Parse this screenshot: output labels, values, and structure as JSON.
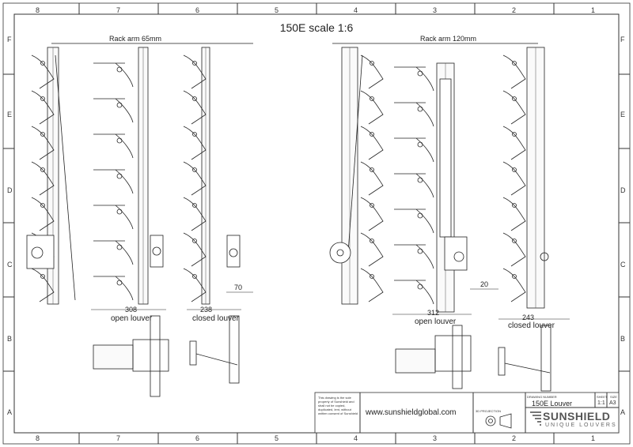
{
  "title": "150E scale 1:6",
  "grid_cols": [
    "8",
    "7",
    "6",
    "5",
    "4",
    "3",
    "2",
    "1"
  ],
  "grid_rows": [
    "F",
    "E",
    "D",
    "C",
    "B",
    "A"
  ],
  "left": {
    "rack_arm": "Rack arm 65mm",
    "open_dim": "308",
    "open_label": "open louver",
    "closed_dim": "238",
    "closed_label": "closed louver",
    "side_dim": "70"
  },
  "right": {
    "rack_arm": "Rack arm 120mm",
    "open_dim": "312",
    "open_label": "open louver",
    "closed_dim": "243",
    "closed_label": "closed louver",
    "side_dim": "20"
  },
  "title_block": {
    "notice": "This drawing is the sole property of Sunshield and shall not be copied, duplicated, lent, without written consent of Sunshield",
    "website": "www.sunshieldglobal.com",
    "projection": "3D PROJECTION",
    "drawing_number_label": "DRAWING NUMBER",
    "drawing_number": "150E Louver",
    "sheet_label": "SHEET",
    "sheet": "1:1",
    "size_label": "SIZE",
    "size": "A3",
    "brand": "SUNSHIELD",
    "tagline": "UNIQUE LOUVERS"
  }
}
